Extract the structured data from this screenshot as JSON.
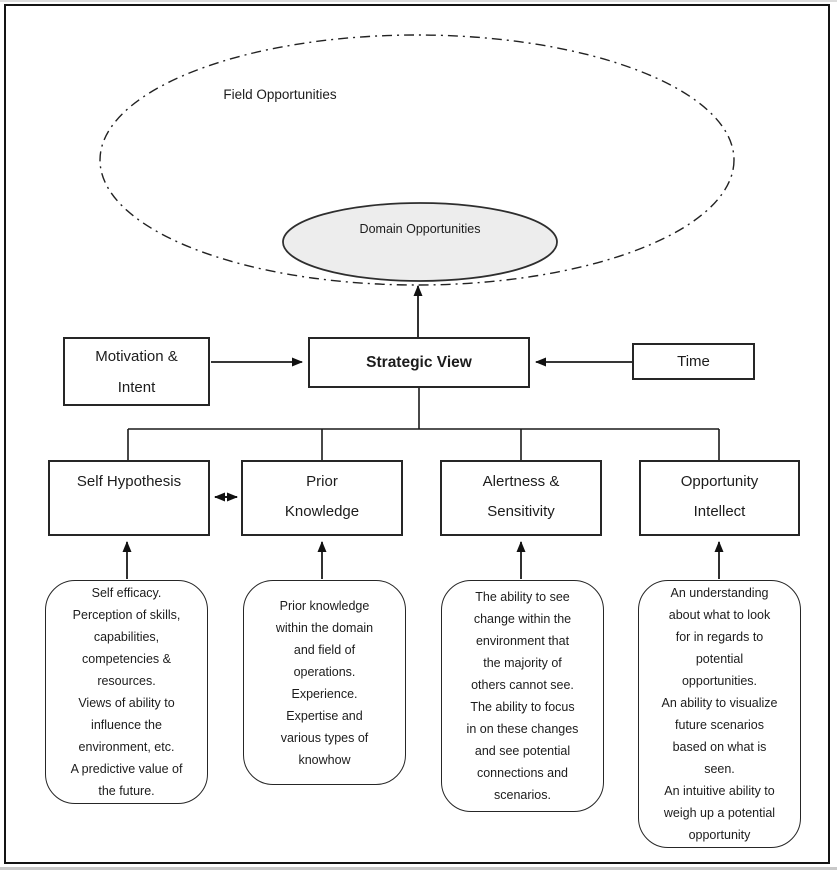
{
  "diagram": {
    "field_ellipse_label": "Field Opportunities",
    "domain_ellipse_label": "Domain Opportunities",
    "strategic_view_label": "Strategic View",
    "motivation_label": "Motivation &\nIntent",
    "time_label": "Time",
    "branches": [
      {
        "title": "Self Hypothesis",
        "description": "Self efficacy.\nPerception of skills,\ncapabilities,\ncompetencies &\nresources.\nViews of ability to\ninfluence the\nenvironment, etc.\nA predictive value of\nthe future."
      },
      {
        "title": "Prior\nKnowledge",
        "description": "Prior knowledge\nwithin the domain\nand field of\noperations.\nExperience.\nExpertise and\nvarious types of\nknowhow"
      },
      {
        "title": "Alertness &\nSensitivity",
        "description": "The ability to see\nchange within the\nenvironment that\nthe majority of\nothers cannot see.\nThe ability to focus\nin on these changes\nand see potential\nconnections and\nscenarios."
      },
      {
        "title": "Opportunity\nIntellect",
        "description": "An understanding\nabout what to look\nfor in regards to\npotential\nopportunities.\nAn ability to visualize\nfuture scenarios\nbased on what is\nseen.\nAn intuitive ability to\nweigh up a potential\nopportunity"
      }
    ],
    "colors": {
      "stroke": "#1c1c1c",
      "domain_fill": "#ededed"
    }
  }
}
